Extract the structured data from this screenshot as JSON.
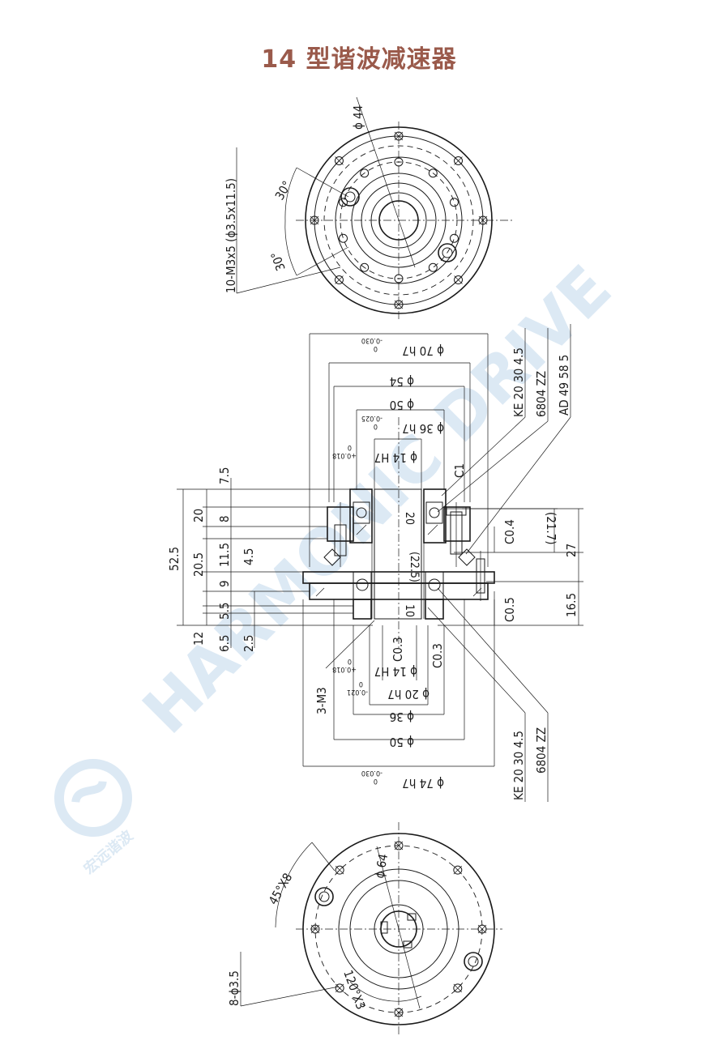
{
  "page": {
    "title": "14 型谐波减速器"
  },
  "top_view": {
    "diameter": "ϕ 44",
    "angle_upper": "30°",
    "angle_lower": "30°",
    "hole_spec": "10-M3x5 (ϕ3.5x11.5)"
  },
  "section_view": {
    "top_dims": {
      "d70": "ϕ 70  h7",
      "d70_tol": "-0.030",
      "d70_tol0": "0",
      "d54": "ϕ 54",
      "d50": "ϕ 50",
      "d36": "ϕ 36  h7",
      "d36_tol": "-0.025",
      "d36_tol0": "0",
      "d14": "ϕ 14  H7",
      "d14_tol": "+0.018",
      "d14_tol0": "0"
    },
    "bottom_dims": {
      "c03_left": "C0.3",
      "c03_right": "C0.3",
      "d14": "ϕ 14  H7",
      "d14_tol": "+0.018",
      "d14_tol0": "0",
      "d20": "ϕ 20  h7",
      "d20_tol": "-0.021",
      "d20_tol0": "0",
      "d36": "ϕ 36",
      "d50": "ϕ 50",
      "d74": "ϕ 74  h7",
      "d74_tol": "-0.030",
      "d74_tol0": "0"
    },
    "left_dims": {
      "d7_5": "7.5",
      "d20": "20",
      "d8": "8",
      "d52_5": "52.5",
      "d20_5": "20.5",
      "d11_5": "11.5",
      "d4_5": "4.5",
      "d9": "9",
      "d5_5": "5.5",
      "d12": "12",
      "d6_5": "6.5",
      "d2_5": "2.5",
      "thread": "3-M3"
    },
    "center_dims": {
      "d20": "20",
      "d22_5": "(22.5)",
      "d10": "10"
    },
    "right_dims": {
      "c1": "C1",
      "c0_4": "C0.4",
      "d21_7": "(21.7)",
      "d27": "27",
      "c0_5": "C0.5",
      "d16_5": "16.5"
    },
    "callouts": {
      "seal_top": "KE  20  30  4.5",
      "bearing_top": "6804  ZZ",
      "seal_ad": "AD  49  58  5",
      "seal_bottom": "KE  20  30  4.5",
      "bearing_bottom": "6804  ZZ"
    }
  },
  "bottom_view": {
    "angle_45": "45°X8",
    "diameter": "ϕ 64",
    "angle_120": "120°X3",
    "hole_spec": "8-ϕ3.5"
  },
  "watermark": {
    "brand": "HARMONIC DRIVE",
    "logo_text": "宏远谐波"
  }
}
